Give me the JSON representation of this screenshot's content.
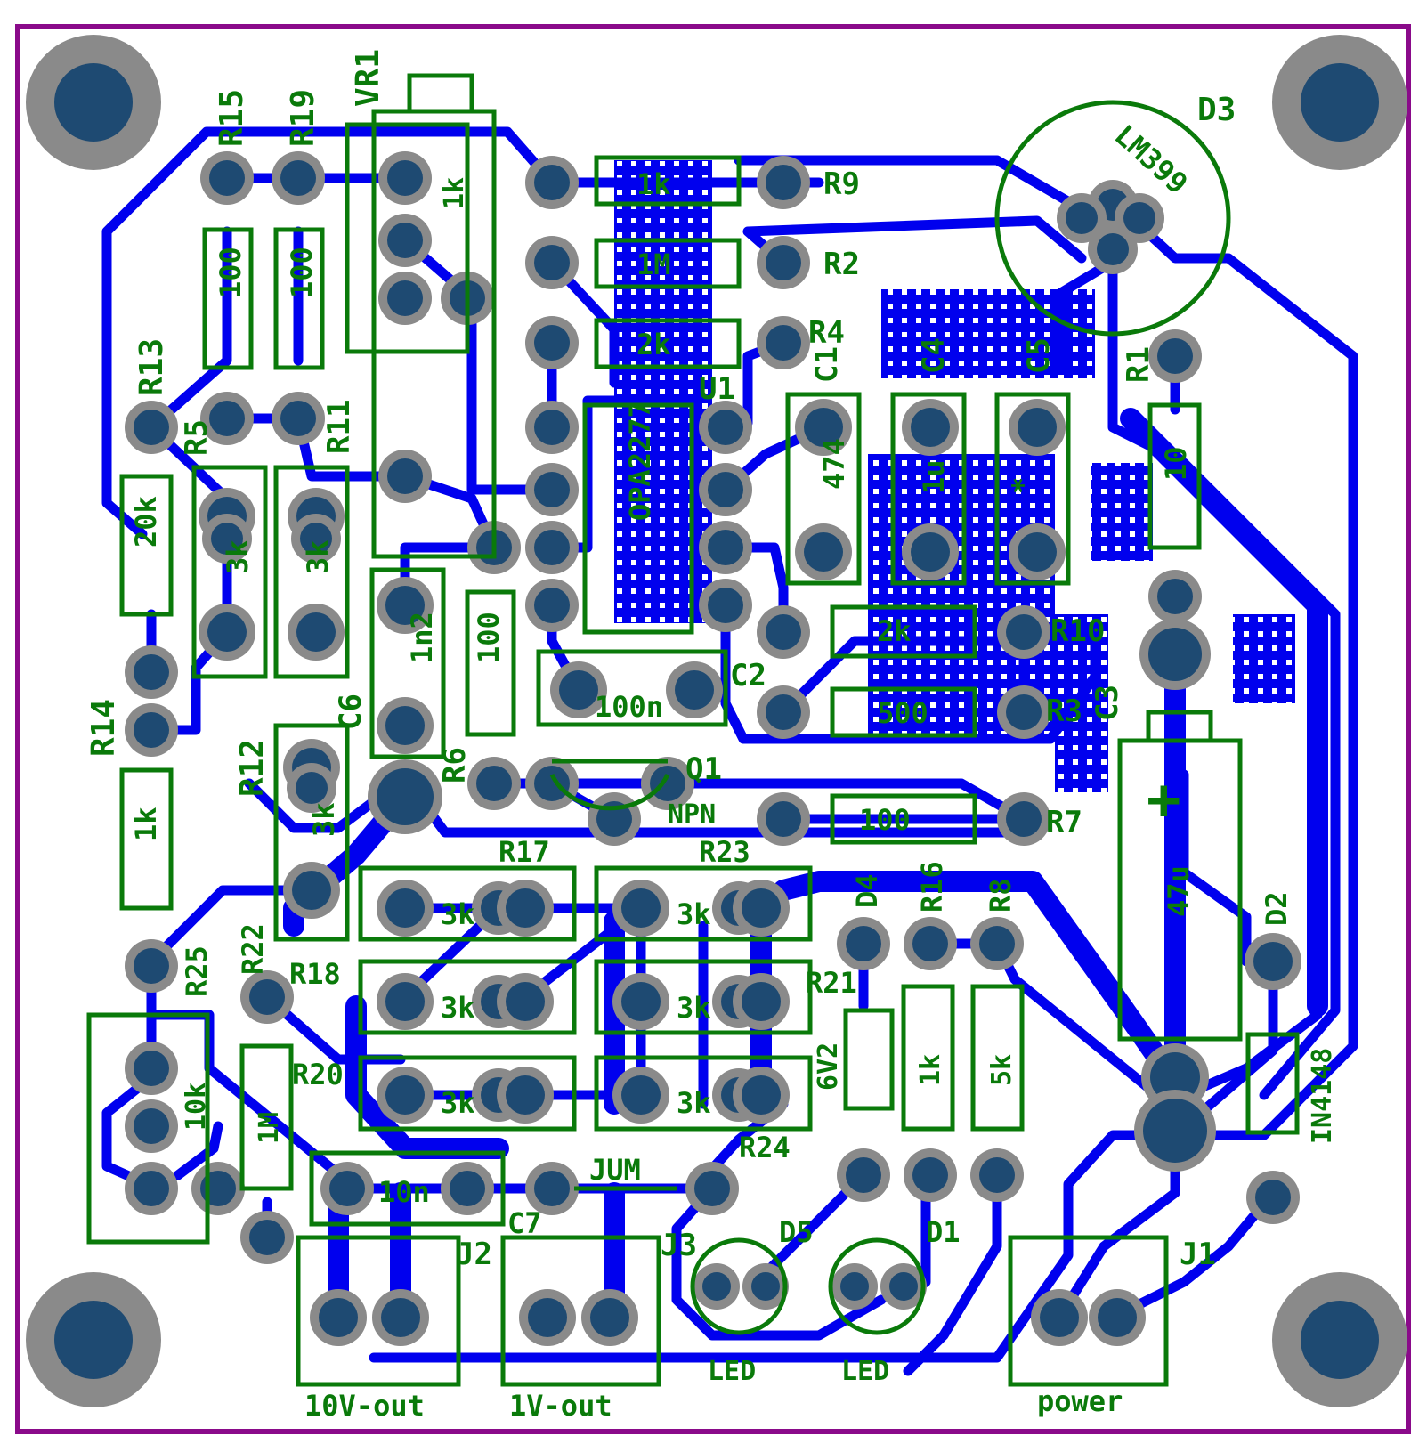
{
  "colors": {
    "copper": "#0000ee",
    "silkscreen": "#0a7a0a",
    "pad": "#8a8a8a",
    "drill": "#1e4a72",
    "board_outline": "#8a0a8a",
    "background": "#ffffff"
  },
  "labels": {
    "VR1": "VR1",
    "VR1_val": "1k",
    "R15": "R15",
    "R15_val": "100",
    "R19": "R19",
    "R19_val": "100",
    "R13": "R13",
    "R13_val": "20k",
    "R5": "R5",
    "R5_val": "3k",
    "R11": "R11",
    "R11_val": "3k",
    "R14": "R14",
    "R14_val": "1k",
    "R12": "R12",
    "R12_val": "3k",
    "C6": "C6",
    "C6_val": "1n2",
    "R6": "R6",
    "R6_val": "100",
    "R9": "R9",
    "R9_val": "1k",
    "R2": "R2",
    "R2_val": "1M",
    "R4": "R4",
    "R4_val": "2k",
    "U1": "U1",
    "U1_val": "OPA2277",
    "C1": "C1",
    "C1_val": "474",
    "C4": "C4",
    "C4_val": "1u",
    "C5": "C5",
    "C5_val": "*",
    "R1": "R1",
    "R1_val": "10",
    "D3": "D3",
    "D3_val": "LM399",
    "C2": "C2",
    "C2_val": "100n",
    "R10": "R10",
    "R10_val": "2k",
    "R3": "R3",
    "R3_val": "500",
    "C3": "C3",
    "C3_val": "47u",
    "Q1": "Q1",
    "Q1_val": "NPN",
    "R7": "R7",
    "R7_val": "100",
    "R17": "R17",
    "R23": "R23",
    "R18": "R18",
    "R21": "R21",
    "R20": "R20",
    "R24": "R24",
    "R_3k": "3k",
    "R22": "R22",
    "R22_val": "1M",
    "R25": "R25",
    "R25_val": "10k",
    "D4": "D4",
    "D4_val": "6V2",
    "R16": "R16",
    "R16_val": "1k",
    "R8": "R8",
    "R8_val": "5k",
    "D2": "D2",
    "D2_val": "IN4148",
    "C7": "C7",
    "C7_val": "10n",
    "JUM": "JUM",
    "J2": "J2",
    "J2_val": "10V-out",
    "J3": "J3",
    "J3_val": "1V-out",
    "D5": "D5",
    "D5_val": "LED",
    "D1": "D1",
    "D1_val": "LED",
    "J1": "J1",
    "J1_val": "power",
    "plus": "+"
  }
}
